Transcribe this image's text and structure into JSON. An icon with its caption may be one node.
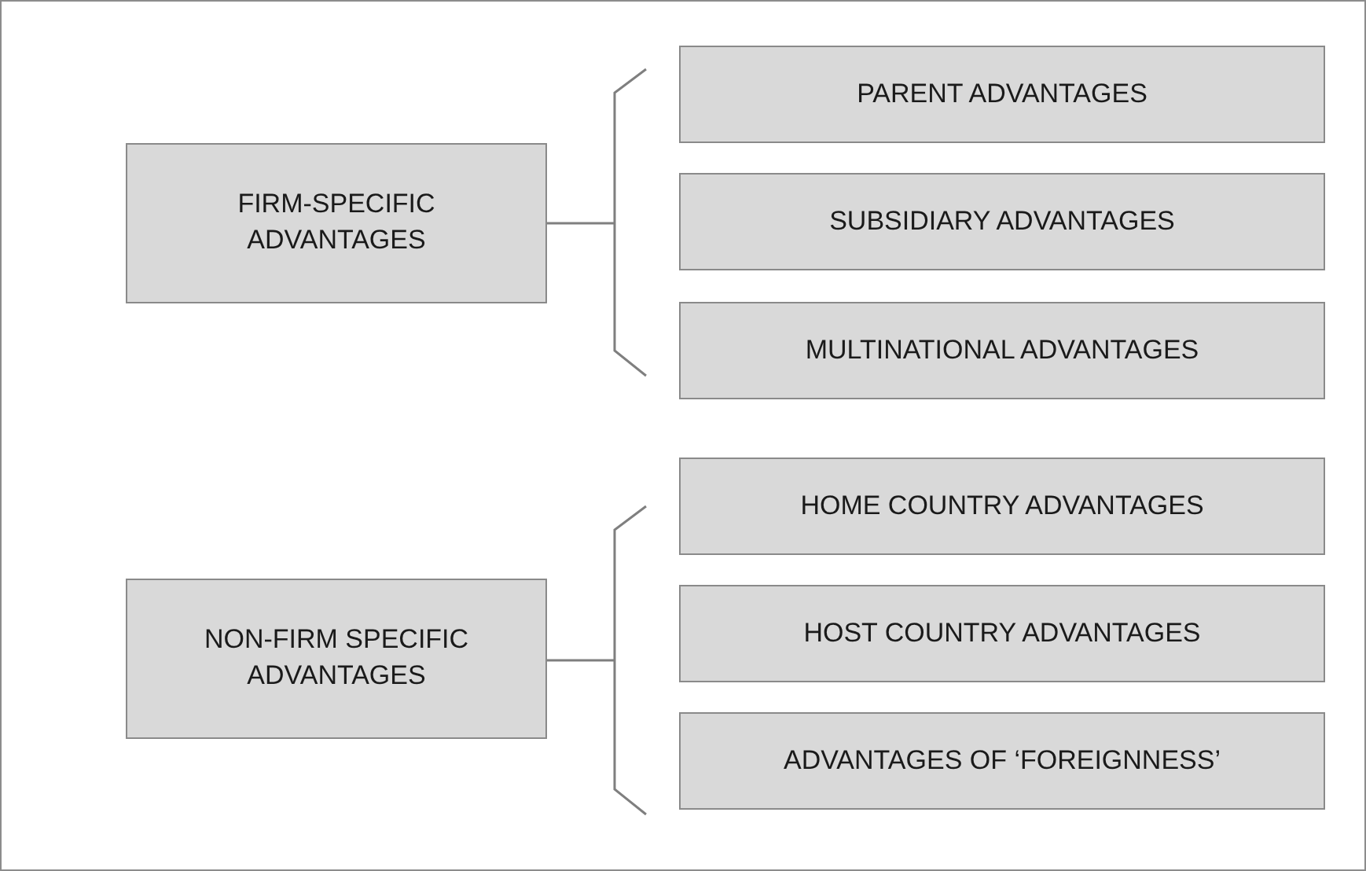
{
  "diagram": {
    "nodes": [
      {
        "text": [
          "FIRM-SPECIFIC ADVANTAGES"
        ]
      },
      {
        "text": [
          "PARENT ADVANTAGES"
        ]
      },
      {
        "text": [
          "SUBSIDIARY ADVANTAGES"
        ]
      },
      {
        "text": [
          "MULTINATIONAL ADVANTAGES"
        ]
      },
      {
        "text": [
          "NON-FIRM SPECIFIC ADVANTAGES"
        ]
      },
      {
        "text": [
          "HOME COUNTRY ADVANTAGES"
        ]
      },
      {
        "text": [
          "HOST COUNTRY ADVANTAGES"
        ]
      },
      {
        "text": [
          "ADVANTAGES OF ‘FOREIGNNESS’"
        ]
      }
    ]
  }
}
